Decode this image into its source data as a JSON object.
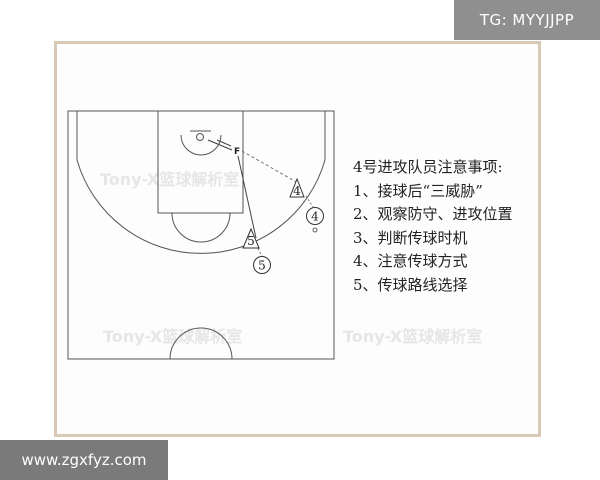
{
  "watermark_tag": "TG: MYYJJPP",
  "site_url": "www.zgxfyz.com",
  "watermark_text": "Tony-X篮球解析室",
  "players": [
    {
      "number": "4"
    },
    {
      "number": "4"
    },
    {
      "number": "5"
    },
    {
      "number": "5"
    }
  ],
  "notes": {
    "title": "4号进攻队员注意事项:",
    "items": [
      "1、接球后“三威胁”",
      "2、观察防守、进攻位置",
      "3、判断传球时机",
      "4、注意传球方式",
      "5、传球路线选择"
    ]
  }
}
